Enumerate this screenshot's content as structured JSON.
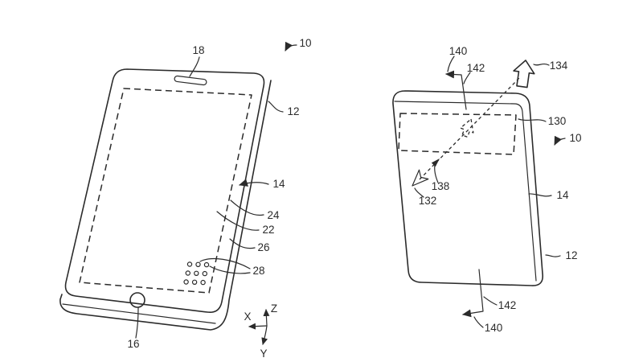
{
  "page": {
    "background": "#ffffff",
    "ink": "#2b2b2b"
  },
  "left_view": {
    "refs": {
      "r10": "10",
      "r18": "18",
      "r12": "12",
      "r14": "14",
      "r24": "24",
      "r22": "22",
      "r26": "26",
      "r28": "28",
      "r16": "16"
    },
    "axes": {
      "x": "X",
      "y": "Y",
      "z": "Z"
    }
  },
  "right_view": {
    "refs": {
      "r10": "10",
      "r130": "130",
      "r132": "132",
      "r134": "134",
      "r138": "138",
      "r14": "14",
      "r12": "12",
      "r140_top": "140",
      "r142_top": "142",
      "r140_bottom": "140",
      "r142_bottom": "142"
    }
  }
}
